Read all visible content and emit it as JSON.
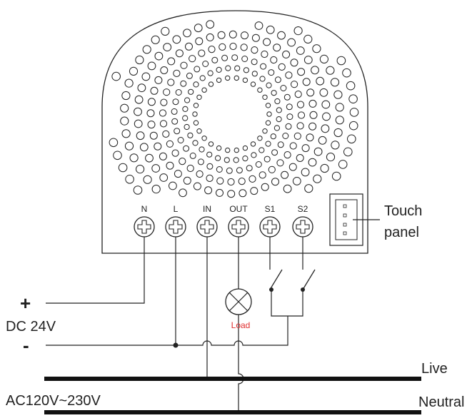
{
  "terminals": [
    "N",
    "L",
    "IN",
    "OUT",
    "S1",
    "S2"
  ],
  "touch_label_line1": "Touch",
  "touch_label_line2": "panel",
  "dc_plus": "+",
  "dc_label": "DC 24V",
  "dc_minus": "-",
  "load_label": "Load",
  "live_label": "Live",
  "ac_label": "AC120V~230V",
  "neutral_label": "Neutral",
  "colors": {
    "line": "#222222",
    "load_text": "#e03030"
  }
}
